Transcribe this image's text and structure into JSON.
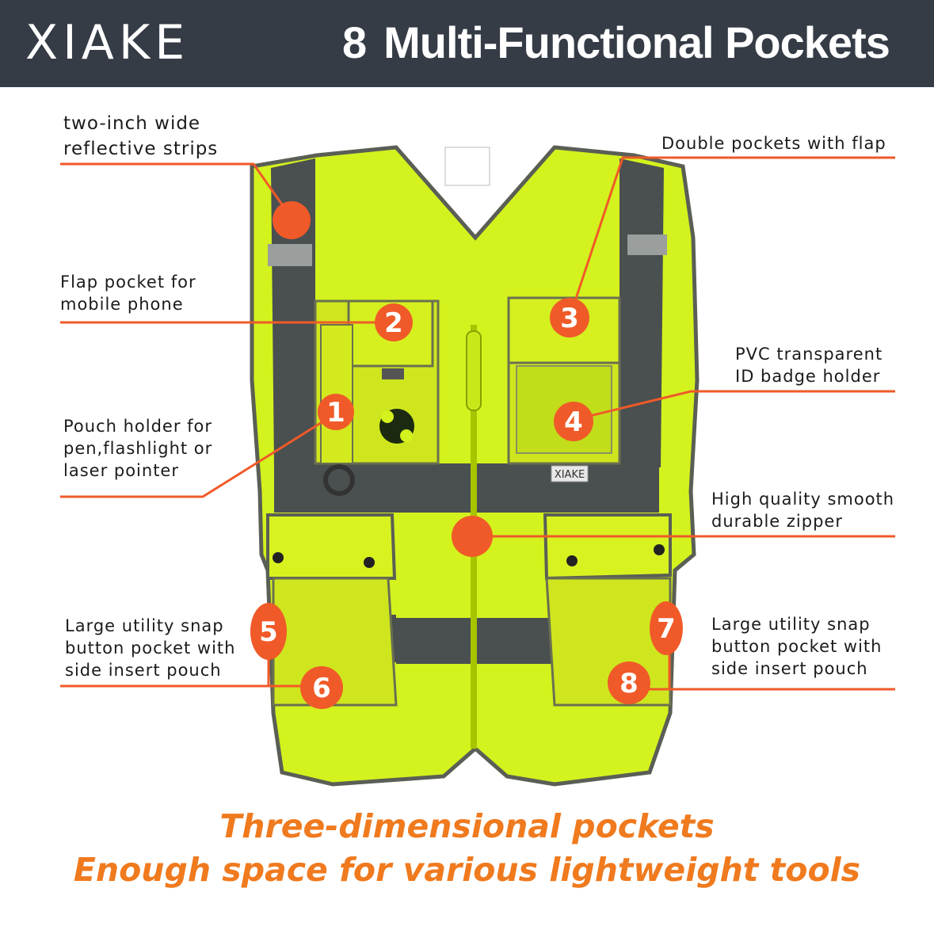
{
  "header": {
    "brand": "XIAKE",
    "number": "8",
    "title": "Multi-Functional Pockets"
  },
  "callouts": {
    "reflective": [
      "two-inch wide",
      "reflective strips"
    ],
    "double_pockets": [
      "Double pockets with flap"
    ],
    "flap_pocket": [
      "Flap pocket for",
      "mobile phone"
    ],
    "pvc_holder": [
      "PVC transparent",
      "ID badge holder"
    ],
    "pouch_holder": [
      "Pouch holder for",
      "pen,flashlight or",
      "laser pointer"
    ],
    "zipper": [
      "High quality smooth",
      "durable zipper"
    ],
    "left_utility": [
      "Large utility snap",
      "button pocket with",
      "side insert pouch"
    ],
    "right_utility": [
      "Large utility snap",
      "button pocket with",
      "side insert pouch"
    ]
  },
  "badges": [
    "1",
    "2",
    "3",
    "4",
    "5",
    "6",
    "7",
    "8"
  ],
  "vest_tag": "XIAKE",
  "footer": {
    "line1": "Three-dimensional pockets",
    "line2": "Enough space for various lightweight tools"
  },
  "colors": {
    "header_bg": "#353c46",
    "accent_orange": "#f05a28",
    "footer_orange": "#f07a1e",
    "vest_yellow": "#d4f21e",
    "reflective_grey": "#4a4f50"
  }
}
